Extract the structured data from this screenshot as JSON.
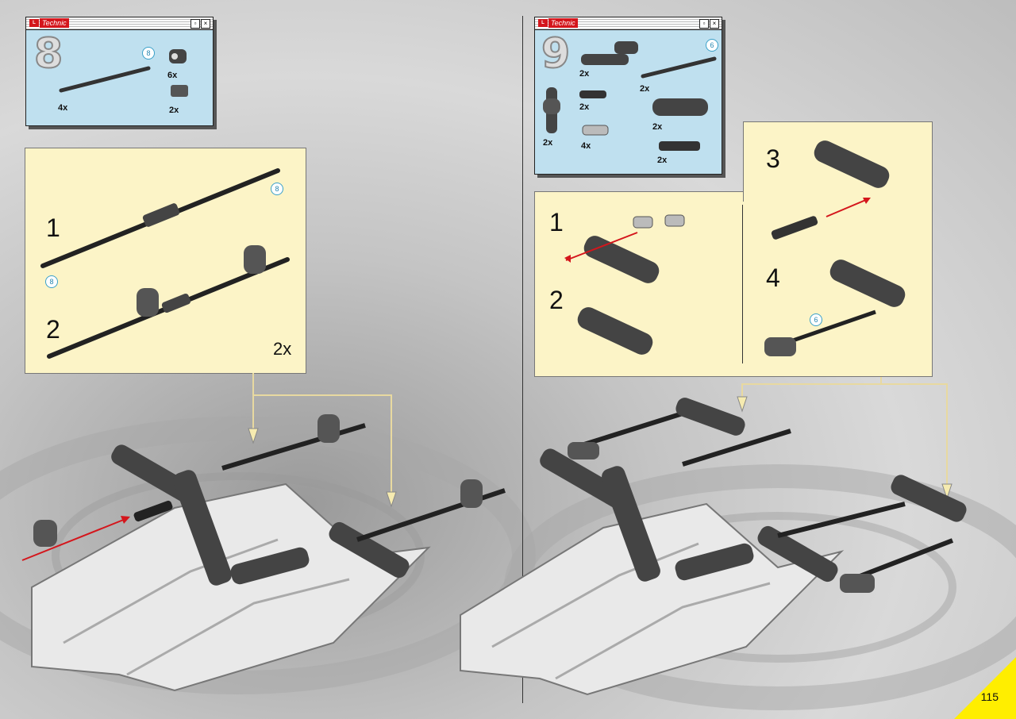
{
  "page_number": "115",
  "colors": {
    "panel": "#fcf4c7",
    "parts_window": "#bfe0ef",
    "accent_arrow": "#d4161c",
    "page_corner": "#ffee00"
  },
  "step8": {
    "app_label": "Technic",
    "number": "8",
    "parts": [
      {
        "name": "axle-8",
        "icon": "axle-icon",
        "length_badge": "8",
        "qty": "4x"
      },
      {
        "name": "axle-pin-connector",
        "icon": "connector-icon",
        "qty": "6x"
      },
      {
        "name": "axle-joiner",
        "icon": "joiner-icon",
        "qty": "2x"
      }
    ],
    "substeps": [
      {
        "label": "1",
        "badge_a": "8",
        "badge_b": "8"
      },
      {
        "label": "2",
        "repeat": "2x"
      }
    ]
  },
  "step9": {
    "app_label": "Technic",
    "number": "9",
    "parts": [
      {
        "name": "bent-liftarm",
        "icon": "bent-liftarm-icon",
        "qty": "2x"
      },
      {
        "name": "axle-6",
        "icon": "axle-icon",
        "length_badge": "6",
        "qty": "2x"
      },
      {
        "name": "cross-block",
        "icon": "cross-block-icon",
        "qty": "2x"
      },
      {
        "name": "pin-with-friction",
        "icon": "pin-icon",
        "qty": "2x"
      },
      {
        "name": "liftarm-5",
        "icon": "liftarm-icon",
        "qty": "2x"
      },
      {
        "name": "long-pin",
        "icon": "long-pin-icon",
        "qty": "4x"
      },
      {
        "name": "axle-pin",
        "icon": "axle-pin-icon",
        "qty": "2x"
      }
    ],
    "substeps": [
      {
        "label": "1"
      },
      {
        "label": "2"
      },
      {
        "label": "3"
      },
      {
        "label": "4",
        "badge": "6"
      }
    ]
  }
}
